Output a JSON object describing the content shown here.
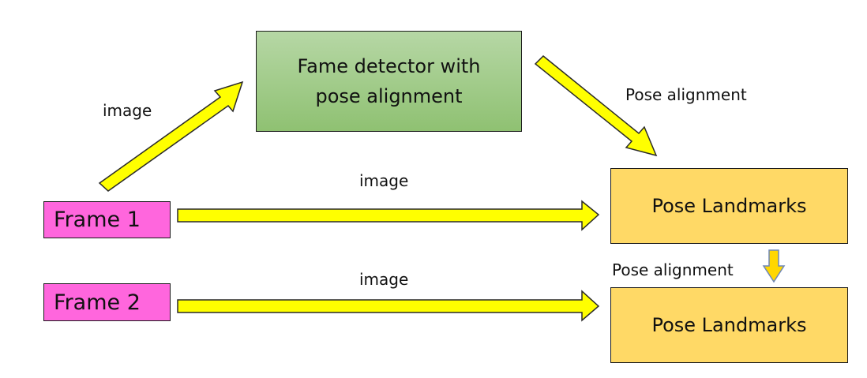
{
  "diagram": {
    "detector_box": {
      "text": "Fame detector with pose alignment"
    },
    "frames": [
      {
        "label": "Frame 1"
      },
      {
        "label": "Frame 2"
      }
    ],
    "landmarks": [
      {
        "label": "Pose Landmarks"
      },
      {
        "label": "Pose Landmarks"
      }
    ],
    "edge_labels": {
      "frame1_to_detector": "image",
      "detector_to_landmarks": "Pose alignment",
      "frame1_to_landmarks": "image",
      "frame2_to_landmarks": "image",
      "landmarks1_to_landmarks2": "Pose alignment"
    },
    "colors": {
      "detector_fill": "#9ccb84",
      "frame_fill": "#ff66dd",
      "landmarks_fill": "#ffd966",
      "arrow_fill": "#ffff00",
      "small_arrow_fill": "#ffd700"
    }
  }
}
